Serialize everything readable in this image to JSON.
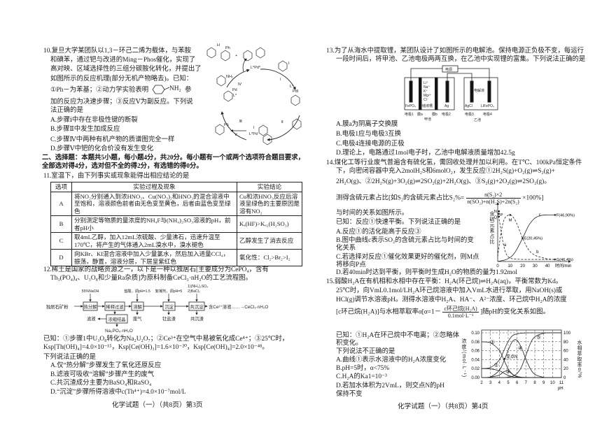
{
  "left": {
    "q10": {
      "lines": [
        "10.复旦大学某团队以1,3－环己二烯为载体，与苯胺",
        "和碘苯，通过钯与改进的Ming－Phos催化，实现了",
        "高对映、区域选择性的三组分碳胺化转化，并提出了",
        "如图所示的反应机理(部分无机产物略去)。已知：",
        "①Ph－为苯基；②动力学实验表明",
        "加的反应为决速步骤；③反应Ⅴ为副反应。下列说",
        "法正确的是",
        "A.步骤ⅰ中存在非极性键的断裂",
        "B.步骤Ⅱ中发生加成反应",
        "C.步骤Ⅳ中两种有机产物的质谱图完全一样",
        "D.步骤Ⅴ中钯的化合价没有发生变化"
      ],
      "amine_label": "NH₂",
      "amine_tail": "参",
      "mechanism": {
        "steps": [
          "ⅰ",
          "Ⅱ",
          "Ⅲ",
          "Ⅳ",
          "Ⅴ"
        ],
        "catalyst": "L*Pd⁰",
        "iodo": "I",
        "pd_int1": "L*",
        "pd_int1b": "PdI",
        "pd_int2": "L*Pd",
        "pd_int2b": "I",
        "pd_int3": "L*",
        "pd_int3b": "Pd",
        "amine": "NH₂",
        "ph": "Ph",
        "h": "H",
        "plus": "+",
        "ph2": "Ph"
      }
    },
    "section2": {
      "line1": "二、选择题：本题共5小题，每小题4分，共20分。每小题有一个或两个选项符合题目要求，",
      "line2": "全部选对得4分，选对但不全的得2分，有选错的得0分。"
    },
    "q11": {
      "stem": "11.室温下，由下列事实或现象能得出相应结论的是",
      "headers": [
        "选项",
        "实验过程及现象",
        "实验结论"
      ],
      "rows": [
        {
          "opt": "A",
          "proc": "将NO₂分别通入到浓HNO₃、Cu(NO₃)₂和HNO₃的混合溶液中至饱和，溶液颜色前者由无色变至黄色，后者由蓝色变至绿色",
          "concl": "Cu和浓HNO₃反应后溶液呈绿色的主要原因是溶有NO₂"
        },
        {
          "opt": "B",
          "proc": "分别测定等物质的量浓度的NH₄F与(NH₄)₂SO₃溶液的pH，前者pH小",
          "concl": "Kₐ(HF)>Kₐ₂(H₂SO₃)"
        },
        {
          "opt": "C",
          "proc": "取4mL乙醇，加入12mL浓硫酸、少量沸石，迅速升温至170℃，将产生的气体通入2mL溴水中，溴水褪色",
          "concl": "乙醇发生了消去反应"
        },
        {
          "opt": "D",
          "proc": "向KBr、KI混合溶液中加入少量氯水，然后加入适量CCl₄，振荡，静置，溶液分层，下层呈紫红色",
          "concl": "氧化性：Cl₂>Br₂>I₂"
        }
      ]
    },
    "q12": {
      "lines": [
        "12.稀土是国家的战略资源之一，以下是一种以独居石[主要成分为CePO₄，含有",
        "Th₃(PO₄)₄、U₃O₈和少量Ra杂质]为原料制备CeCl₃·nH₂O的工艺流程图。",
        "已知：①步骤1中U₃O₈转化为Na₂U₂O₇；②Ce³⁺在空气中易被氧化成Ce⁴⁺；③25℃时，",
        "Ksp[Th(OH)₄]=4.0×10⁻¹⁵，Ksp[Ce(OH)₃]=1.6×10⁻²⁰，Ksp[Ce(OH)₄]=2.0×10⁻⁴⁸。",
        "下列说法正确的是",
        "A.仅“热分解”步骤发生了氧化还原反应",
        "B.滤液可吸收“溶解”步骤产生的废气",
        "C.共沉渣成分主要为BaSO₄和RaSO₄",
        "D.“沉淀”步骤所得溶液中c(Th⁴⁺)=4.0×10⁻⁷mol/L"
      ],
      "flow": {
        "start": "独居石矿粉",
        "boxes": [
          "热分解",
          "稀释过滤",
          "溶解",
          "沉淀",
          "共沉淀",
          "浓缩结晶"
        ],
        "reagents": [
          "55%NaOH",
          "盐酸，调pH=1.5",
          "絮凝剂，调pH=5",
          "1)(NH₄)₂SO₄",
          "2)BaCl₂"
        ],
        "tail": "含Ce³⁺溶液……→CeCl₃·nH₂O",
        "outputs": [
          "滤液",
          "废气",
          "钍盐渣",
          "共沉渣",
          "Na₃PO₄·nH₂O"
        ]
      }
    },
    "footer": "化学试题（一）（共8页）第3页"
  },
  "right": {
    "q13": {
      "lines": [
        "13.为了从海水中提取锂，某团队设计了如图所示的电解池。保持电源正负极不变，每运行",
        "一段时间后，将甲池、乙池电极两两互换，在乙池中实现锂的富集。下列说法正确的是",
        "A.膜a为阴离子交换膜",
        "B.电极1应与电极3互换",
        "C.电极4连接电源的正极",
        "D.理论上，电路通过1mol电子时，乙池中电解液质量增加42.5g"
      ],
      "cell": {
        "power": "电源",
        "ions": [
          "Li⁺",
          "Na⁺",
          "K⁺",
          "Mg²⁺",
          "Cl⁻"
        ],
        "tank": "储液槽",
        "electrode_materials": [
          "FePO₄",
          "Ag",
          "AgCl",
          "LiFePO₄"
        ],
        "electrolyte": "电解液",
        "bottom_labels": [
          "电极1",
          "膜a",
          "膜b",
          "电极2",
          "电极3",
          "电极4"
        ],
        "cells": [
          "甲池",
          "乙池"
        ]
      }
    },
    "q14": {
      "lines": [
        "14.煤化工等行业废气普遍含有硫化氢，需回收处理并加以利用。在T℃、100kPa恒定条件",
        "下，向密闭容器中充入2molH₂S和6molO₂，发生反应①2H₂S(g)+O₂(g)⇌S₂(g)+",
        "2H₂O(g)、②2H₂S(g)+3O₂(g)⇌2SO₂(g)+2H₂O(g)、③S₂(g)+2O₂(g)⇌2SO₂(g)。",
        "与时间的关系如图所示。",
        "已知：反应①快速平衡。下列说法正确的是",
        "A.反应①的活化能高于反应③",
        "B.图中曲线c表示SO₂的含硫元素占比与时间的变",
        "化关系",
        "C.若选择对反应①催化效果更好的催化剂，则M点",
        "将移向P点",
        "D.若40min时达到平衡，则平衡时生成H₂O的物质的量为1.92mol"
      ],
      "formula_prefix": "测得含硫元素占比[如S₂的含硫元素占比S₂%=",
      "formula_num": "n(S₂)×2",
      "formula_den": "n(SO₂)+n(H₂S)+2n(S₂)",
      "formula_suffix": "×100%]"
    },
    "q15": {
      "lines": [
        "15.弱酸H₂A在有机相和水相中存在平衡：H₂A(环己烷)⇌H₂A(aq)，平衡常数为Kd。",
        "25℃时，向VmL0.1mol/LH₂A环己烷溶液中加入VmL水进行萃取，用NaOH(s)或",
        "HCl(g)调节水溶液pH。测得水溶液中H₂A、HA⁻、A²⁻浓度、环己烷中H₂A的浓度",
        "已知：①H₂A在环己烷中不电离；②忽略体",
        "积变化。",
        "下列说法不正确的是",
        "A.曲线①表示水溶液中的H₂A浓度变化",
        "B.pH=5时，α<75%",
        "C.H₂A的Ka1=10⁻³",
        "D.若加水体积为2VmL，则交点N的pH",
        "保持不变"
      ],
      "formula_prefix": "[c环己烷(H₂A)]与水相萃取率α[α=1－",
      "formula_num": "c环己烷(H₂A)",
      "formula_den": "0.1mol·L⁻¹",
      "formula_suffix": "]随pH的变化关系如图。"
    },
    "footer": "化学试题（一）（共8页）第4页"
  },
  "chart_data": [
    {
      "type": "line",
      "xlabel": "时间/min",
      "ylabel": "含硫元素占比",
      "xticks": [
        "0",
        "10",
        "20",
        "30",
        "40"
      ],
      "xlim": [
        0,
        46
      ],
      "ylim": [
        0,
        100
      ],
      "x": [
        0,
        2,
        4,
        6,
        8,
        10,
        12,
        15,
        20,
        25,
        30,
        35,
        40,
        46
      ],
      "series": [
        {
          "name": "a",
          "style": "dashed",
          "values": [
            95,
            70,
            40,
            20,
            10,
            7,
            5,
            4.5,
            4,
            4,
            4,
            4,
            4,
            4
          ]
        },
        {
          "name": "b",
          "style": "dashed",
          "values": [
            10,
            45,
            72,
            85,
            89,
            90,
            87,
            75,
            45,
            22,
            12,
            8,
            5,
            4
          ]
        },
        {
          "name": "c",
          "style": "solid",
          "values": [
            0,
            1,
            2,
            3,
            5,
            8,
            12,
            22,
            45,
            70,
            84,
            89,
            90,
            90
          ]
        }
      ],
      "points": [
        {
          "label": "F(46,90%)",
          "x": 46,
          "y": 90
        },
        {
          "label": "E(20,45%)",
          "x": 20,
          "y": 45
        },
        {
          "label": "G(46,4%)",
          "x": 46,
          "y": 4
        },
        {
          "label": "M",
          "x": 10,
          "y": 90
        },
        {
          "label": "N",
          "x": 1,
          "y": 97
        },
        {
          "label": "P",
          "x": 1,
          "y": 92
        },
        {
          "label": "Q",
          "x": 1,
          "y": 87
        }
      ]
    },
    {
      "type": "line",
      "xlabel": "pH",
      "ylabel": "浓度/(mol·L⁻¹)",
      "y2label": "水相萃取率α/%",
      "xticks": [
        "2",
        "3",
        "4",
        "5",
        "6",
        "7",
        "8",
        "9",
        "10",
        "11"
      ],
      "yticks": [
        "0.00",
        "0.02",
        "0.04",
        "0.06",
        "0.08",
        "0.10"
      ],
      "y2ticks": [
        "0",
        "20",
        "40",
        "60",
        "80",
        "100"
      ],
      "xlim": [
        2,
        11
      ],
      "ylim": [
        0,
        0.1
      ],
      "y2lim": [
        0,
        100
      ],
      "grid": true,
      "x": [
        2,
        3,
        4,
        4.5,
        5,
        5.5,
        6,
        6.5,
        7,
        7.5,
        8,
        9,
        10,
        11
      ],
      "series": [
        {
          "name": "①",
          "values": [
            0.0799,
            0.0775,
            0.0608,
            0.04,
            0.0192,
            0.0073,
            0.0025,
            0.0008,
            0.0003,
            0.0001,
            0,
            0,
            0,
            0
          ]
        },
        {
          "name": "②",
          "values": [
            0.02,
            0.0194,
            0.0152,
            0.01,
            0.0048,
            0.0018,
            0.0006,
            0.0002,
            0.0001,
            0,
            0,
            0,
            0,
            0
          ]
        },
        {
          "name": "③",
          "values": [
            0,
            0.001,
            0.0056,
            0.0131,
            0.0141,
            0.007,
            0.0016,
            0.0002,
            0,
            0,
            0,
            0,
            0,
            0
          ]
        },
        {
          "name": "④",
          "values": [
            0.0001,
            0.0016,
            0.0163,
            0.0359,
            0.0613,
            0.0812,
            0.0833,
            0.0662,
            0.0408,
            0.0195,
            0.0072,
            0.0005,
            0,
            0
          ]
        },
        {
          "name": "⑤",
          "values": [
            0,
            0,
            0,
            0,
            0.001,
            0.0031,
            0.0091,
            0.024,
            0.05,
            0.076,
            0.0909,
            0.099,
            0.1,
            0.1
          ]
        },
        {
          "axis": "right",
          "values": [
            20.3,
            22.5,
            39.2,
            60,
            80.8,
            93.8,
            97.5,
            99.2,
            99.9,
            100,
            100,
            100,
            100,
            100
          ]
        }
      ],
      "annotations": [
        {
          "label": "交点N",
          "x": 4.6,
          "y": 0.042
        }
      ]
    }
  ]
}
